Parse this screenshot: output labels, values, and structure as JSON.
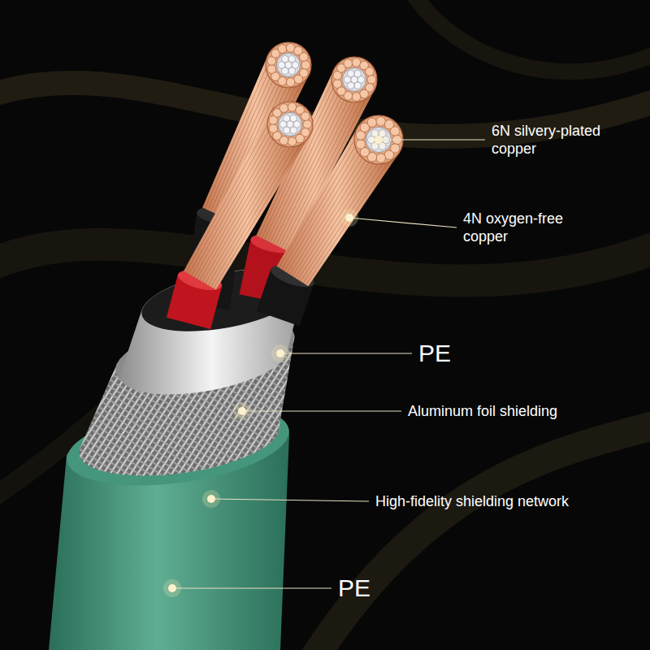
{
  "diagram": {
    "labels": [
      "6N silvery-plated copper",
      "4N oxygen-free copper",
      "PE",
      "Aluminum foil shielding",
      "High-fidelity shielding network",
      "PE"
    ]
  }
}
